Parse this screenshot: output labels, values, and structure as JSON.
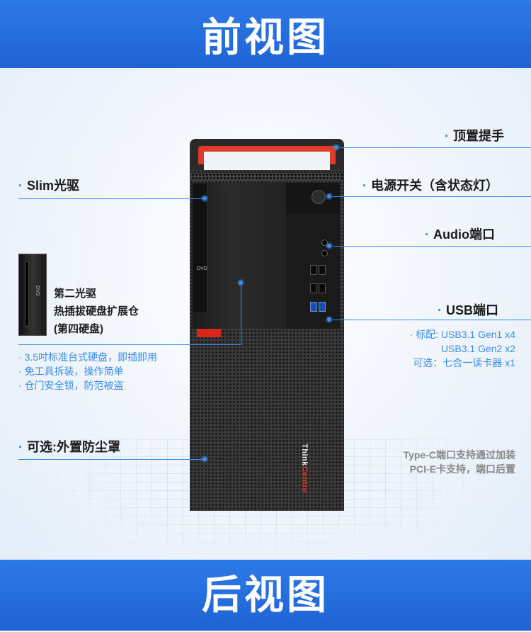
{
  "header": {
    "title": "前视图"
  },
  "footer": {
    "title": "后视图"
  },
  "callouts": {
    "handle": "顶置提手",
    "optical": "Slim光驱",
    "power": "电源开关（含状态灯）",
    "audio": "Audio端口",
    "usb": "USB端口",
    "second_drive": [
      "第二光驱",
      "热插拔硬盘扩展仓",
      "(第四硬盘)"
    ],
    "dust": "可选:外置防尘罩"
  },
  "bay_notes": [
    "3.5吋标准台式硬盘，即插即用",
    "免工具拆装，操作简单",
    "仓门安全锁，防范被盗"
  ],
  "usb_notes": [
    "标配: USB3.1 Gen1 x4",
    "USB3.1 Gen2 x2",
    "可选：七合一读卡器 x1"
  ],
  "typec_notes": [
    "Type-C端口支持通过加装",
    "PCI-E卡支持，端口后置"
  ],
  "product": {
    "brand_a": "Think",
    "brand_b": "Centre",
    "odd_logo": "DVD",
    "thumb_logo": "DVD"
  },
  "colors": {
    "banner": "#1f63d4",
    "accent": "#3b8cec",
    "handle": "#e23a2a"
  }
}
